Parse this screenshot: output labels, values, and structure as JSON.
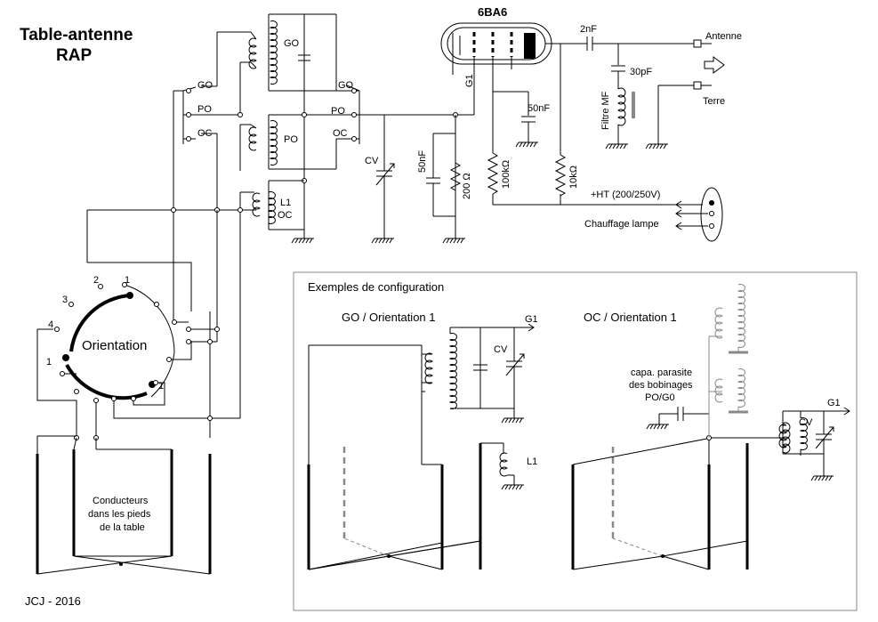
{
  "title": {
    "line1": "Table-antenne",
    "line2": "RAP"
  },
  "credit": "JCJ - 2016",
  "tube": {
    "name": "6BA6",
    "pin_label": "G1"
  },
  "main_circuit": {
    "switch_labels": {
      "go_left": "GO",
      "po_left": "PO",
      "oc_left": "OC",
      "go_right": "GO",
      "po_right": "PO",
      "oc_right": "OC"
    },
    "coil_labels": {
      "go": "GO",
      "po": "PO",
      "l1": "L1",
      "oc": "OC"
    },
    "cv": "CV",
    "cap_50nf_a": "50nF",
    "res_200": "200 Ω",
    "cap_50nf_b": "50nF",
    "res_100k": "100kΩ",
    "res_10k": "10kΩ",
    "cap_2nf": "2nF",
    "cap_30pf": "30pF",
    "filtre_mf": "Filtre MF",
    "antenne": "Antenne",
    "terre": "Terre",
    "ht": "+HT (200/250V)",
    "chauffage": "Chauffage lampe"
  },
  "switch_dial": {
    "label": "Orientation",
    "numbers": [
      "2",
      "1",
      "3",
      "4",
      "1",
      "1"
    ]
  },
  "table_legs_label": [
    "Conducteurs",
    "dans les pieds",
    "de la table"
  ],
  "examples": {
    "title": "Exemples de configuration",
    "go": {
      "title": "GO / Orientation 1",
      "g1": "G1",
      "cv": "CV",
      "l1": "L1"
    },
    "oc": {
      "title": "OC / Orientation 1",
      "g1": "G1",
      "cv": "CV",
      "parasitic": [
        "capa. parasite",
        "des bobinages",
        "PO/G0"
      ]
    }
  }
}
